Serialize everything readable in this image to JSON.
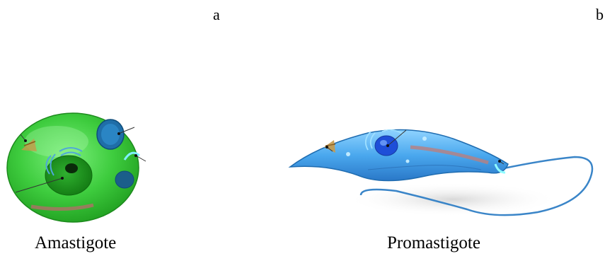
{
  "panels": {
    "a": {
      "letter": "a",
      "caption": "Amastigote"
    },
    "b": {
      "letter": "b",
      "caption": "Promastigote"
    }
  },
  "colors": {
    "amastigote_body": "#3ecc3e",
    "promastigote_body": "#4aa8ee",
    "flagellum": "#3a85c8"
  }
}
